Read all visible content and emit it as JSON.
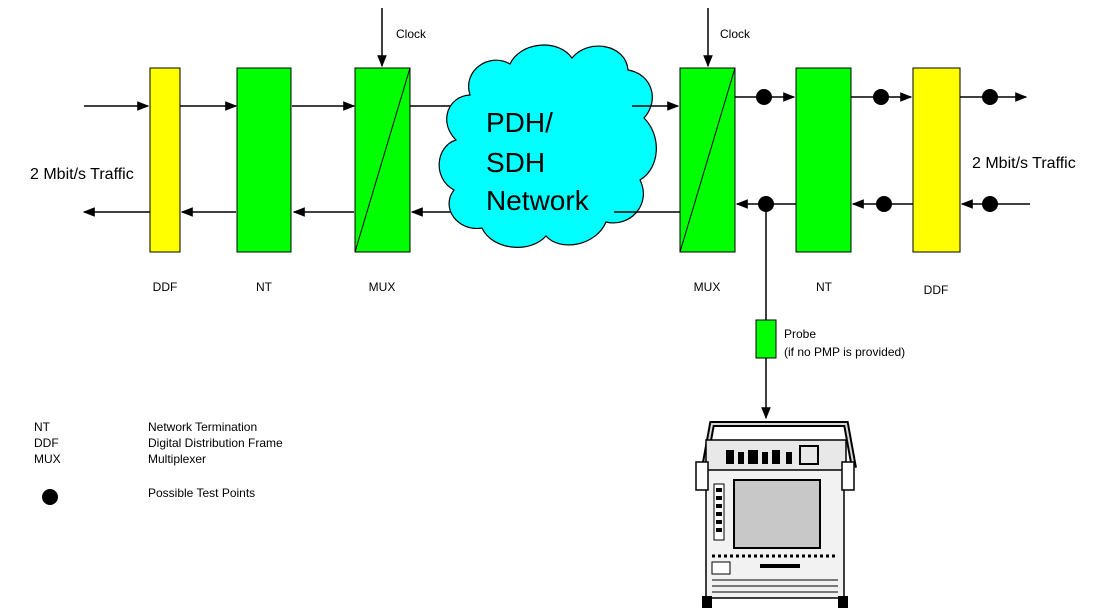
{
  "labels": {
    "clock_left": "Clock",
    "clock_right": "Clock",
    "traffic_left": "2 Mbit/s Traffic",
    "traffic_right": "2 Mbit/s Traffic",
    "cloud_line1": "PDH/",
    "cloud_line2": "SDH",
    "cloud_line3": "Network",
    "ddf_left": "DDF",
    "nt_left": "NT",
    "mux_left": "MUX",
    "mux_right": "MUX",
    "nt_right": "NT",
    "ddf_right": "DDF",
    "probe_line1": "Probe",
    "probe_line2": "(if no PMP is provided)"
  },
  "legend": [
    {
      "abbr": "NT",
      "desc": "Network Termination"
    },
    {
      "abbr": "DDF",
      "desc": "Digital Distribution Frame"
    },
    {
      "abbr": "MUX",
      "desc": "Multiplexer"
    },
    {
      "abbr": "",
      "desc": "Possible Test Points",
      "symbol": "test-point-dot"
    }
  ],
  "colors": {
    "ddf": "#ffff00",
    "nt_mux": "#00ff00",
    "cloud": "#00ffff",
    "line": "#000000"
  }
}
